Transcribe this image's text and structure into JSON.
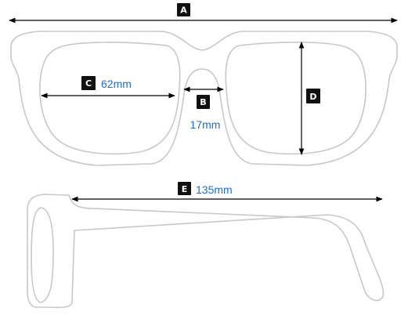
{
  "diagram": {
    "badges": {
      "a": "A",
      "b": "B",
      "c": "C",
      "d": "D",
      "e": "E"
    },
    "measurements": {
      "lens_width": "62mm",
      "bridge_width": "17mm",
      "temple_length": "135mm"
    },
    "colors": {
      "frame_outline": "#c8c8c8",
      "dimension_line": "#000000",
      "badge_fill": "#111111",
      "measure_text": "#1f6fd6"
    }
  }
}
